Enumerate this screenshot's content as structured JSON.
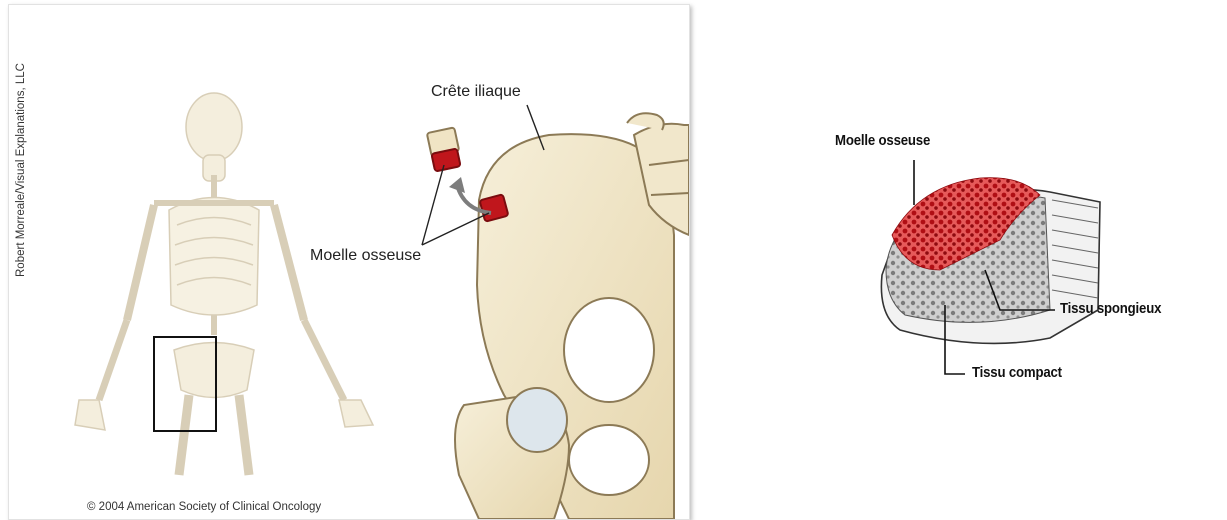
{
  "left_figure": {
    "credit": "Robert Morreale/Visual Explanations, LLC",
    "copyright": "© 2004 American Society of Clinical Oncology",
    "label_crest": "Crête iliaque",
    "label_marrow": "Moelle osseuse"
  },
  "right_figure": {
    "label_marrow": "Moelle osseuse",
    "label_spongy": "Tissu spongieux",
    "label_compact": "Tissu compact"
  },
  "colors": {
    "bone": "#efe3c4",
    "bone_outline": "#8c7a56",
    "marrow": "#c0161c",
    "spongy_gray": "#9a9a9a"
  }
}
